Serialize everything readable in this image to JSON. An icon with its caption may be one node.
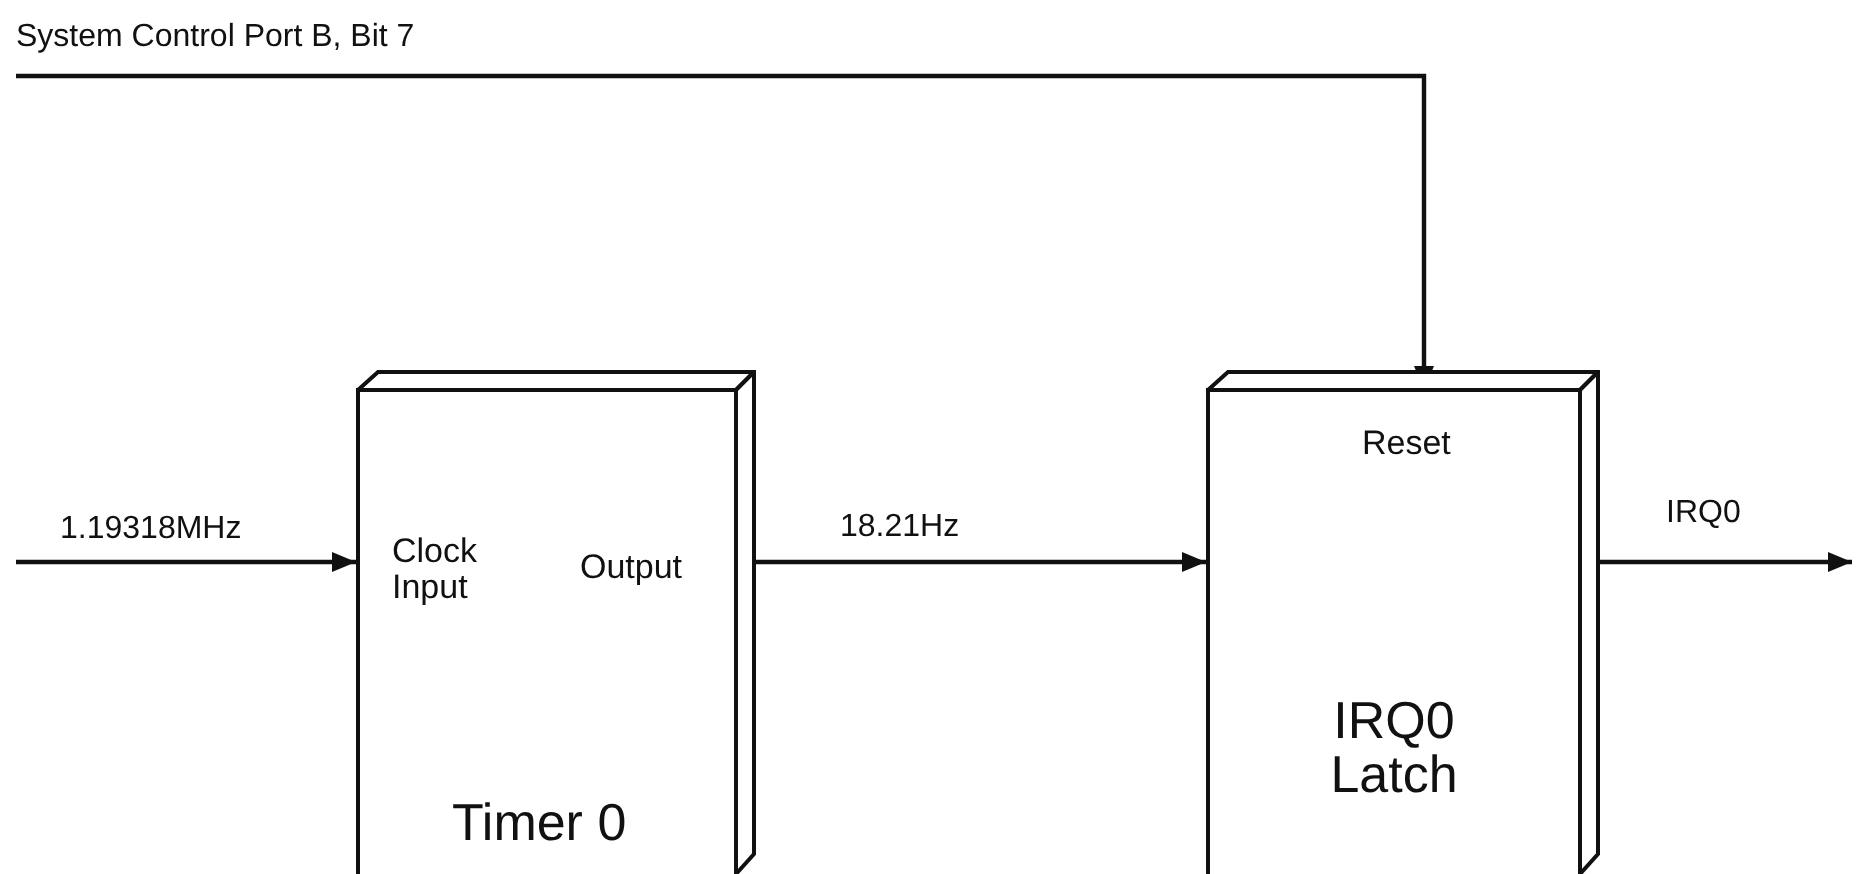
{
  "diagram": {
    "nodes": [
      {
        "text": [
          "Clock Input",
          "Output",
          "Timer 0"
        ]
      },
      {
        "text": [
          "Reset",
          "IRQ0 Latch"
        ]
      }
    ],
    "edges": [
      {
        "from": null,
        "to": 0,
        "arrow": "to",
        "label": "1.19318MHz"
      },
      {
        "from": 0,
        "to": 1,
        "arrow": "to",
        "label": "18.21Hz"
      },
      {
        "from": null,
        "to": 1,
        "arrow": "to",
        "label": "System Control Port B, Bit 7"
      },
      {
        "from": 1,
        "to": null,
        "arrow": "to",
        "label": "IRQ0"
      }
    ]
  }
}
